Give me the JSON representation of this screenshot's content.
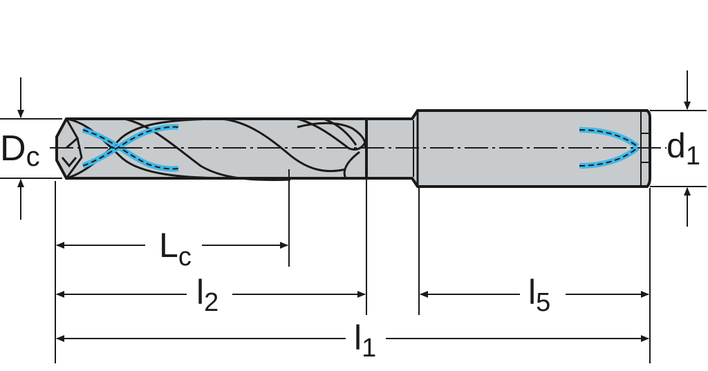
{
  "dimensions": {
    "Dc": {
      "main": "D",
      "sub": "c"
    },
    "d1": {
      "main": "d",
      "sub": "1"
    },
    "Lc": {
      "main": "L",
      "sub": "c"
    },
    "l2": {
      "main": "l",
      "sub": "2"
    },
    "l5": {
      "main": "l",
      "sub": "5"
    },
    "l1": {
      "main": "l",
      "sub": "1"
    }
  },
  "colors": {
    "body": "#c8cbcd",
    "outline": "#1a1a1a",
    "coolant": "#3fb8e6",
    "background": "#ffffff"
  }
}
